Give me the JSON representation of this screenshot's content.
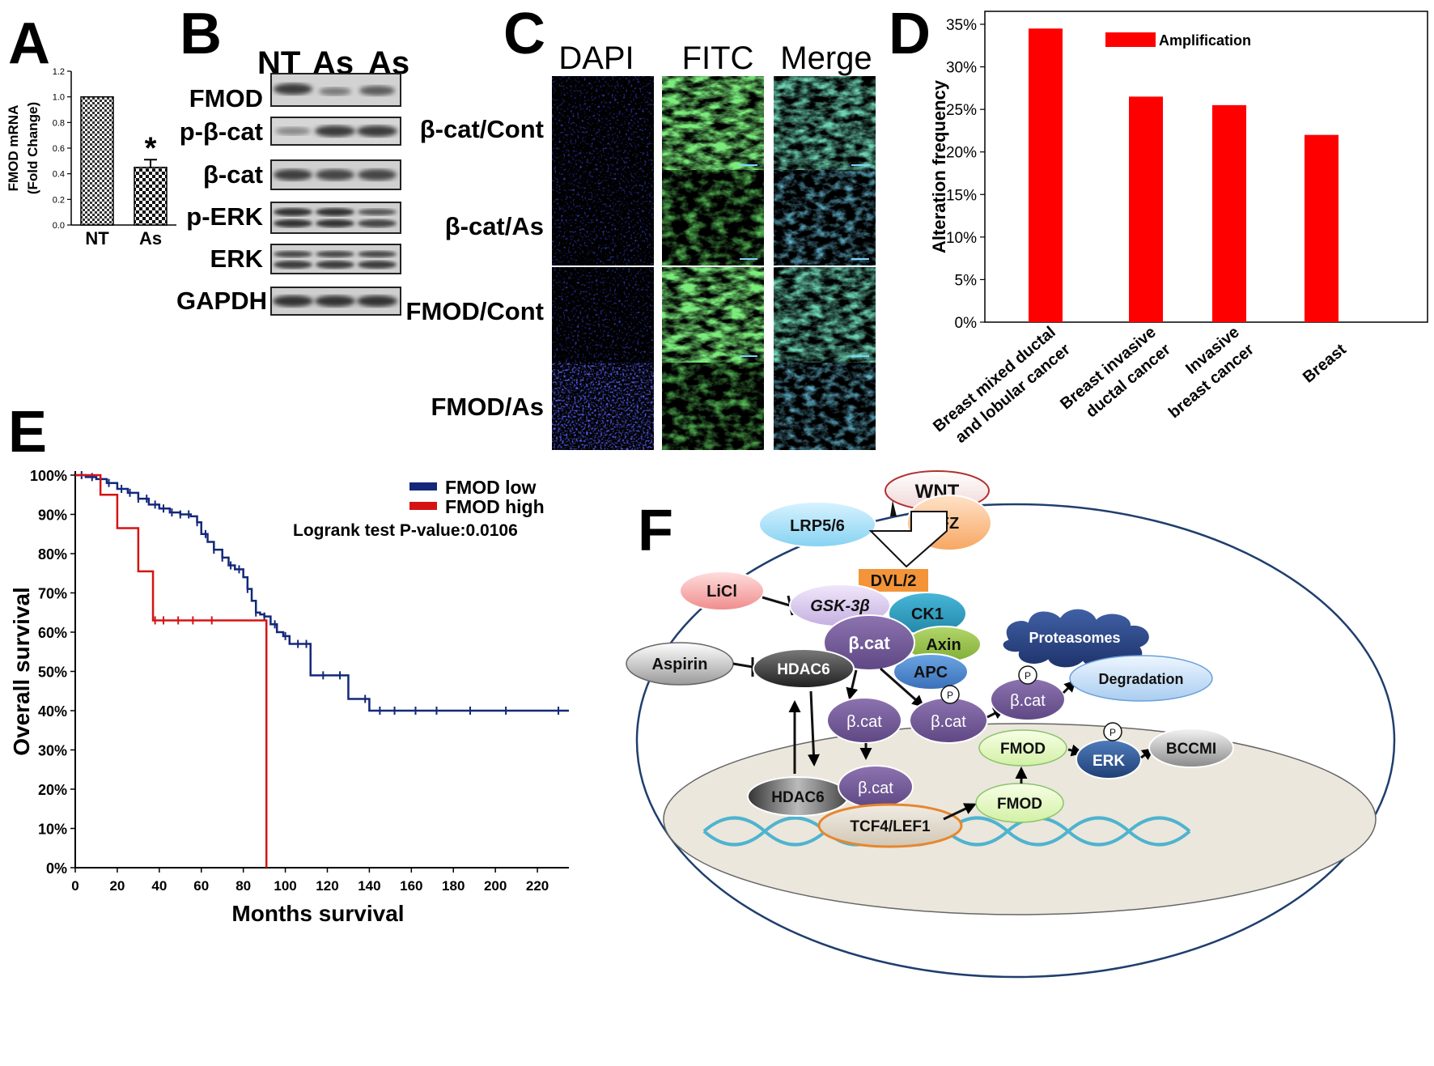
{
  "panels": {
    "A": "A",
    "B": "B",
    "C": "C",
    "D": "D",
    "E": "E",
    "F": "F"
  },
  "colors": {
    "red": "#ff0000",
    "navy": "#13287a",
    "km_red": "#d41414",
    "dapi": "#1a24c8",
    "fitc": "#2ea82e"
  },
  "panel_a": {
    "chart_data": {
      "type": "bar",
      "categories": [
        "NT",
        "As"
      ],
      "values": [
        1.0,
        0.45
      ],
      "errors": [
        0,
        0.06
      ],
      "ylabel_line1": "FMOD mRNA",
      "ylabel_line2": "(Fold Change)",
      "ylim": [
        0,
        1.2
      ],
      "yticks": [
        "0.0",
        "0.2",
        "0.4",
        "0.6",
        "0.8",
        "1.0",
        "1.2"
      ],
      "significance": "*"
    }
  },
  "panel_b": {
    "columns": [
      "NT",
      "As",
      "As"
    ],
    "rows": [
      "FMOD",
      "p-β-cat",
      "β-cat",
      "p-ERK",
      "ERK",
      "GAPDH"
    ]
  },
  "panel_c": {
    "columns": [
      "DAPI",
      "FITC",
      "Merge"
    ],
    "rows": [
      "β-cat/Cont",
      "β-cat/As",
      "FMOD/Cont",
      "FMOD/As"
    ]
  },
  "panel_d": {
    "chart_data": {
      "type": "bar",
      "categories": [
        "Breast mixed ductal and lobular cancer",
        "Breast invasive ductal cancer",
        "Invasive breast cancer",
        "Breast"
      ],
      "category_lines": [
        [
          "Breast mixed ductal",
          "and lobular cancer"
        ],
        [
          "Breast invasive",
          "ductal cancer"
        ],
        [
          "Invasive",
          "breast cancer"
        ],
        [
          "Breast"
        ]
      ],
      "values": [
        34.5,
        26.5,
        25.5,
        22.0
      ],
      "ylabel": "Alteration frequency",
      "ylim": [
        0,
        35
      ],
      "yticks": [
        "0%",
        "5%",
        "10%",
        "15%",
        "20%",
        "25%",
        "30%",
        "35%"
      ],
      "legend": "Amplification"
    }
  },
  "panel_e": {
    "chart_data": {
      "type": "line",
      "xlabel": "Months survival",
      "ylabel": "Overall survival",
      "xlim": [
        0,
        235
      ],
      "ylim": [
        0,
        100
      ],
      "xticks": [
        "0",
        "20",
        "40",
        "60",
        "80",
        "100",
        "120",
        "140",
        "160",
        "180",
        "200",
        "220"
      ],
      "yticks": [
        "0%",
        "10%",
        "20%",
        "30%",
        "40%",
        "50%",
        "60%",
        "70%",
        "80%",
        "90%",
        "100%"
      ],
      "series": [
        {
          "name": "FMOD low",
          "points": [
            [
              0,
              100
            ],
            [
              5,
              99.5
            ],
            [
              10,
              99
            ],
            [
              15,
              98
            ],
            [
              20,
              96.5
            ],
            [
              25,
              95.5
            ],
            [
              30,
              94
            ],
            [
              35,
              92.5
            ],
            [
              40,
              91.5
            ],
            [
              45,
              90.5
            ],
            [
              50,
              90
            ],
            [
              55,
              89.5
            ],
            [
              58,
              88
            ],
            [
              60,
              85
            ],
            [
              63,
              83
            ],
            [
              66,
              81
            ],
            [
              70,
              79
            ],
            [
              73,
              77
            ],
            [
              76,
              76
            ],
            [
              80,
              74
            ],
            [
              82,
              71
            ],
            [
              84,
              68
            ],
            [
              86,
              65
            ],
            [
              88,
              64.5
            ],
            [
              90,
              64
            ],
            [
              93,
              62
            ],
            [
              96,
              60
            ],
            [
              99,
              59
            ],
            [
              102,
              57
            ],
            [
              108,
              57
            ],
            [
              112,
              49
            ],
            [
              128,
              49
            ],
            [
              130,
              43
            ],
            [
              138,
              43
            ],
            [
              140,
              40
            ],
            [
              235,
              40
            ]
          ],
          "censors": [
            3,
            8,
            12,
            16,
            22,
            26,
            30,
            34,
            38,
            42,
            46,
            50,
            54,
            58,
            62,
            66,
            70,
            74,
            78,
            82,
            86,
            90,
            95,
            100,
            106,
            110,
            118,
            126,
            138,
            145,
            152,
            162,
            172,
            188,
            205,
            230
          ]
        },
        {
          "name": "FMOD high",
          "points": [
            [
              0,
              100
            ],
            [
              10,
              100
            ],
            [
              12,
              95
            ],
            [
              20,
              95
            ],
            [
              20,
              86.5
            ],
            [
              30,
              86.5
            ],
            [
              30,
              75.5
            ],
            [
              37,
              75.5
            ],
            [
              37,
              63
            ],
            [
              91,
              63
            ],
            [
              91,
              0
            ]
          ],
          "censors": [
            38,
            42,
            49,
            56,
            65
          ]
        }
      ],
      "annotation": "Logrank test P-value:0.0106"
    }
  },
  "panel_f": {
    "wnt": "WNT",
    "lrp": "LRP5/6",
    "fz": "FZ",
    "dvl": "DVL/2",
    "licl": "LiCl",
    "gsk": "GSK-3β",
    "ck1": "CK1",
    "axin": "Axin",
    "apc": "APC",
    "aspirin": "Aspirin",
    "hdac6": "HDAC6",
    "bcat": "β.cat",
    "proteasomes": "Proteasomes",
    "degradation": "Degradation",
    "fmod": "FMOD",
    "erk": "ERK",
    "bccmi": "BCCMI",
    "tcf": "TCF4/LEF1",
    "p": "P"
  }
}
